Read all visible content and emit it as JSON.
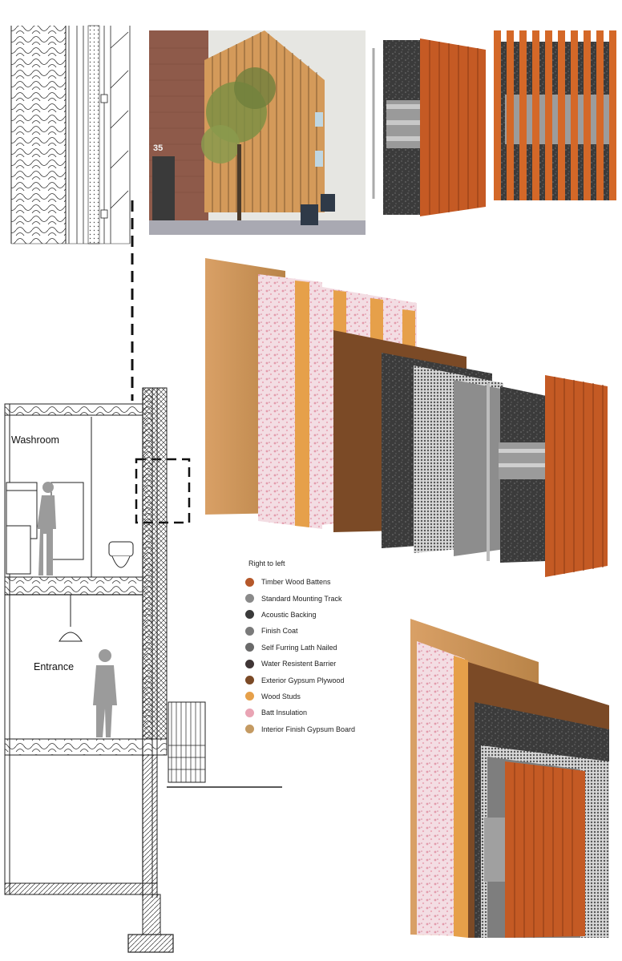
{
  "photo": {
    "house_number": "35"
  },
  "section": {
    "rooms": [
      {
        "label": "Washroom"
      },
      {
        "label": "Entrance"
      }
    ]
  },
  "legend": {
    "title": "Right to left",
    "items": [
      {
        "label": "Timber Wood Battens",
        "color": "#b5582a"
      },
      {
        "label": "Standard Mounting Track",
        "color": "#8a8a8a"
      },
      {
        "label": "Acoustic Backing",
        "color": "#3a3a3a"
      },
      {
        "label": "Finish Coat",
        "color": "#7a7a7a"
      },
      {
        "label": "Self Furring Lath Nailed",
        "color": "#6a6a6a"
      },
      {
        "label": "Water Resistent Barrier",
        "color": "#3f3535"
      },
      {
        "label": "Exterior Gypsum Plywood",
        "color": "#7b4a26"
      },
      {
        "label": "Wood Studs",
        "color": "#e6a04a"
      },
      {
        "label": "Batt Insulation",
        "color": "#e9a4b4"
      },
      {
        "label": "Interior Finish Gypsum Board",
        "color": "#c49a62"
      }
    ]
  }
}
